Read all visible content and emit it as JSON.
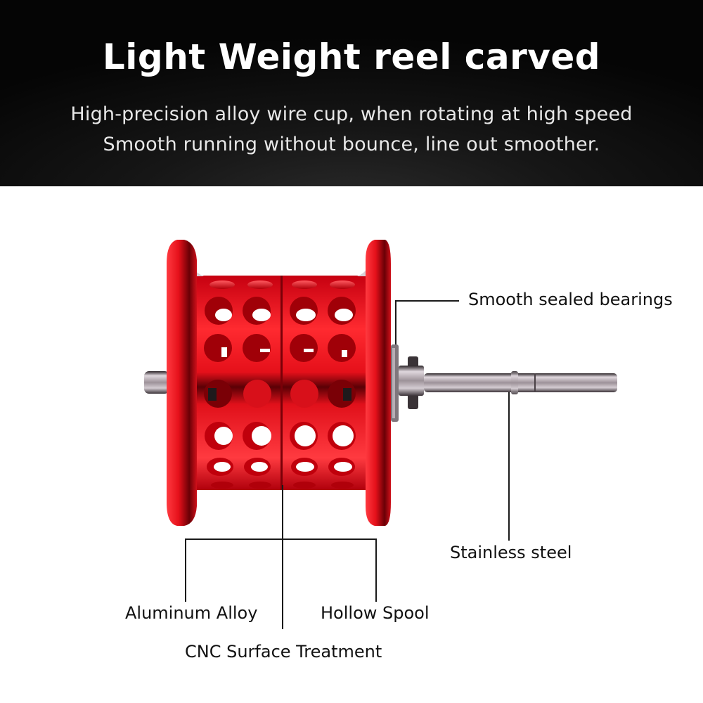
{
  "header": {
    "title": "Light Weight reel carved",
    "subtitle_lines": [
      "High-precision alloy wire cup, when rotating at high speed",
      "Smooth running without bounce, line out smoother."
    ]
  },
  "product": {
    "image": "red-baitcasting-reel-spool-icon",
    "colors": {
      "spool": "#e8101a",
      "spool_dark": "#8a0008",
      "shaft": "#b7adb5",
      "header_bg": "#0b0b0b"
    }
  },
  "callouts": [
    {
      "id": "bearings",
      "label": "Smooth sealed bearings"
    },
    {
      "id": "stainless",
      "label": "Stainless steel"
    },
    {
      "id": "aluminum",
      "label": "Aluminum Alloy"
    },
    {
      "id": "hollow",
      "label": "Hollow Spool"
    },
    {
      "id": "cnc",
      "label": "CNC Surface Treatment"
    }
  ]
}
